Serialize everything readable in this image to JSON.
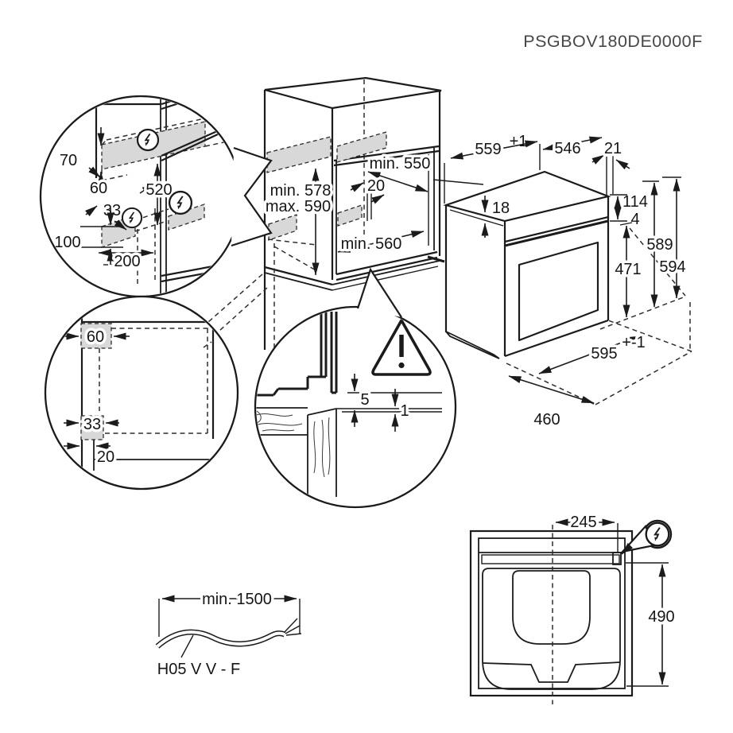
{
  "title": "PSGBOV180DE0000F",
  "colors": {
    "line": "#1b1b1b",
    "zone_fill": "#d8d8d8",
    "title_text": "#474747"
  },
  "detail_top_left": {
    "offset_top": "70",
    "zone_width_top": "60",
    "height_between": "520",
    "zone_width_bottom": "33",
    "offset_bottom": "100",
    "depth_bottom": "200"
  },
  "cabinet": {
    "niche_depth": "min. 550",
    "rear_gap": "20",
    "niche_height_min": "min. 578",
    "niche_height_max": "max. 590",
    "niche_width": "min. 560"
  },
  "oven": {
    "niche_width": "559",
    "niche_width_tol": "+1",
    "body_width": "546",
    "rear_clearance": "21",
    "top_inset": "18",
    "panel_height": "114",
    "panel_gap": "4",
    "door_height": "471",
    "body_height": "589",
    "total_height": "594",
    "front_width": "595",
    "front_width_tol": "+-1",
    "body_depth": "460"
  },
  "detail_bottom_left": {
    "zone_top": "60",
    "zone_bottom": "33",
    "edge_offset": "20"
  },
  "detail_rear_gap": {
    "gap_rear": "5",
    "gap_bottom": "1"
  },
  "cable": {
    "length": "min. 1500",
    "type": "H05 V V - F"
  },
  "top_view": {
    "connection_offset": "245",
    "depth": "490"
  }
}
